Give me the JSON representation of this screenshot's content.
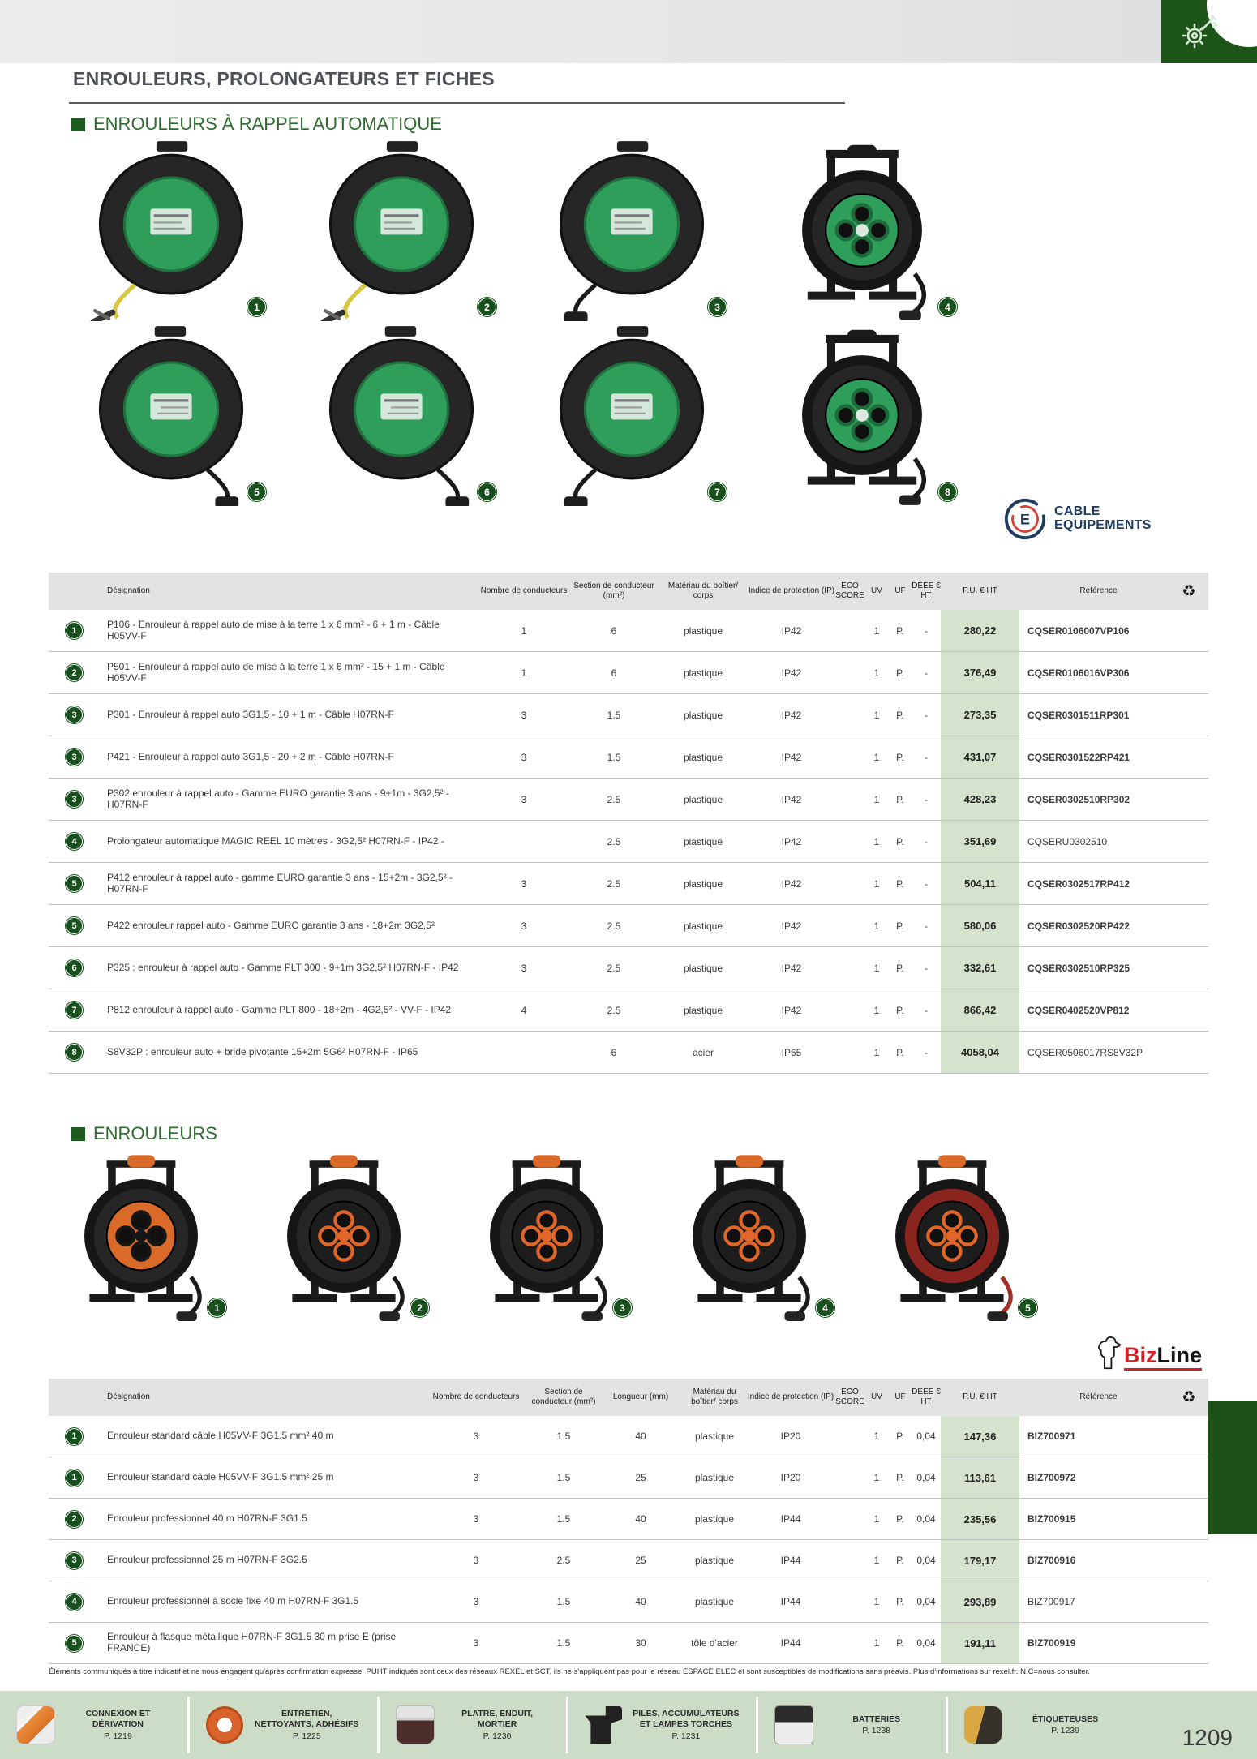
{
  "page": {
    "title": "ENROULEURS, PROLONGATEURS ET FICHES",
    "page_number": "1209",
    "disclaimer": "Éléments communiqués à titre indicatif et ne nous engagent qu'après confirmation expresse. PUHT indiqués sont ceux des réseaux REXEL et SCT, ils ne s'appliquent pas pour le réseau ESPACE ELEC et sont susceptibles de modifications sans préavis. Plus d'informations sur rexel.fr. N.C=nous consulter."
  },
  "colors": {
    "accent_green": "#1d5417",
    "badge_green": "#17501c",
    "price_column_bg": "#d5e2cd",
    "footer_bg": "#ccdcc6",
    "brand_navy": "#1d3a5f",
    "brand_red": "#d8453c",
    "bizline_red": "#d22027"
  },
  "icons": {
    "recycle": "♻",
    "tools": "tools-icon"
  },
  "sections": [
    {
      "heading": "ENROULEURS À RAPPEL AUTOMATIQUE"
    },
    {
      "heading": "ENROULEURS"
    }
  ],
  "brands": {
    "cable_equipements": {
      "monogram": "E",
      "line1": "CABLE",
      "line2": "EQUIPEMENTS"
    },
    "bizline": {
      "part1": "Biz",
      "part2": "Line"
    }
  },
  "figures1": [
    {
      "n": "1",
      "v": "reel-yellow"
    },
    {
      "n": "2",
      "v": "reel-yellow"
    },
    {
      "n": "3",
      "v": "reel-black"
    },
    {
      "n": "4",
      "v": "drum-green"
    },
    {
      "n": "5",
      "v": "reel-left"
    },
    {
      "n": "6",
      "v": "reel-left"
    },
    {
      "n": "7",
      "v": "reel-black"
    },
    {
      "n": "8",
      "v": "drum-green"
    }
  ],
  "figures2": [
    {
      "n": "1",
      "v": "drum-orange"
    },
    {
      "n": "2",
      "v": "drum-black"
    },
    {
      "n": "3",
      "v": "drum-black"
    },
    {
      "n": "4",
      "v": "drum-black"
    },
    {
      "n": "5",
      "v": "drum-red"
    }
  ],
  "table1": {
    "headers": [
      "Désignation",
      "Nombre de conducteurs",
      "Section de conducteur (mm²)",
      "Matériau du boîtier/ corps",
      "Indice de protection (IP)",
      "ECO SCORE",
      "UV",
      "UF",
      "DEEE € HT",
      "P.U. € HT",
      "Référence"
    ],
    "rows": [
      {
        "n": "1",
        "d": "P106 - Enrouleur à rappel auto de mise à la terre 1 x 6 mm² - 6 + 1 m - Câble H05VV-F",
        "c": "1",
        "s": "6",
        "m": "plastique",
        "ip": "IP42",
        "eco": "",
        "uv": "1",
        "uf": "P.",
        "de": "-",
        "pu": "280,22",
        "ref": "CQSER0106007VP106",
        "w": "b"
      },
      {
        "n": "2",
        "d": "P501 - Enrouleur à rappel auto de mise à la terre 1 x 6 mm² - 15 + 1 m - Câble H05VV-F",
        "c": "1",
        "s": "6",
        "m": "plastique",
        "ip": "IP42",
        "eco": "",
        "uv": "1",
        "uf": "P.",
        "de": "-",
        "pu": "376,49",
        "ref": "CQSER0106016VP306",
        "w": "b"
      },
      {
        "n": "3",
        "d": "P301 - Enrouleur à rappel auto 3G1,5 - 10 + 1 m - Câble H07RN-F",
        "c": "3",
        "s": "1.5",
        "m": "plastique",
        "ip": "IP42",
        "eco": "",
        "uv": "1",
        "uf": "P.",
        "de": "-",
        "pu": "273,35",
        "ref": "CQSER0301511RP301",
        "w": "b"
      },
      {
        "n": "3",
        "d": "P421 - Enrouleur à rappel auto 3G1,5 - 20 + 2 m - Câble H07RN-F",
        "c": "3",
        "s": "1.5",
        "m": "plastique",
        "ip": "IP42",
        "eco": "",
        "uv": "1",
        "uf": "P.",
        "de": "-",
        "pu": "431,07",
        "ref": "CQSER0301522RP421",
        "w": "b"
      },
      {
        "n": "3",
        "d": "P302 enrouleur à rappel auto - Gamme EURO garantie 3 ans - 9+1m - 3G2,5² - H07RN-F",
        "c": "3",
        "s": "2.5",
        "m": "plastique",
        "ip": "IP42",
        "eco": "",
        "uv": "1",
        "uf": "P.",
        "de": "-",
        "pu": "428,23",
        "ref": "CQSER0302510RP302",
        "w": "b"
      },
      {
        "n": "4",
        "d": "Prolongateur automatique MAGIC REEL 10 mètres - 3G2,5² H07RN-F - IP42 -",
        "c": "",
        "s": "2.5",
        "m": "plastique",
        "ip": "IP42",
        "eco": "",
        "uv": "1",
        "uf": "P.",
        "de": "-",
        "pu": "351,69",
        "ref": "CQSERU0302510",
        "w": ""
      },
      {
        "n": "5",
        "d": "P412 enrouleur à rappel auto - gamme EURO garantie 3 ans - 15+2m - 3G2,5² - H07RN-F",
        "c": "3",
        "s": "2.5",
        "m": "plastique",
        "ip": "IP42",
        "eco": "",
        "uv": "1",
        "uf": "P.",
        "de": "-",
        "pu": "504,11",
        "ref": "CQSER0302517RP412",
        "w": "b"
      },
      {
        "n": "5",
        "d": "P422 enrouleur rappel auto - Gamme EURO garantie 3 ans - 18+2m 3G2,5²",
        "c": "3",
        "s": "2.5",
        "m": "plastique",
        "ip": "IP42",
        "eco": "",
        "uv": "1",
        "uf": "P.",
        "de": "-",
        "pu": "580,06",
        "ref": "CQSER0302520RP422",
        "w": "b"
      },
      {
        "n": "6",
        "d": "P325 : enrouleur à rappel auto - Gamme PLT 300 - 9+1m 3G2,5² H07RN-F - IP42",
        "c": "3",
        "s": "2.5",
        "m": "plastique",
        "ip": "IP42",
        "eco": "",
        "uv": "1",
        "uf": "P.",
        "de": "-",
        "pu": "332,61",
        "ref": "CQSER0302510RP325",
        "w": "b"
      },
      {
        "n": "7",
        "d": "P812 enrouleur à rappel auto - Gamme PLT 800 - 18+2m - 4G2,5² - VV-F - IP42",
        "c": "4",
        "s": "2.5",
        "m": "plastique",
        "ip": "IP42",
        "eco": "",
        "uv": "1",
        "uf": "P.",
        "de": "-",
        "pu": "866,42",
        "ref": "CQSER0402520VP812",
        "w": "b"
      },
      {
        "n": "8",
        "d": "S8V32P : enrouleur auto + bride pivotante 15+2m 5G6² H07RN-F - IP65",
        "c": "",
        "s": "6",
        "m": "acier",
        "ip": "IP65",
        "eco": "",
        "uv": "1",
        "uf": "P.",
        "de": "-",
        "pu": "4058,04",
        "ref": "CQSER0506017RS8V32P",
        "w": ""
      }
    ]
  },
  "table2": {
    "headers": [
      "Désignation",
      "Nombre de conducteurs",
      "Section de conducteur (mm²)",
      "Longueur (mm)",
      "Matériau du boîtier/ corps",
      "Indice de protection (IP)",
      "ECO SCORE",
      "UV",
      "UF",
      "DEEE € HT",
      "P.U. € HT",
      "Référence"
    ],
    "rows": [
      {
        "n": "1",
        "d": "Enrouleur standard câble H05VV-F 3G1.5 mm² 40 m",
        "c": "3",
        "s": "1.5",
        "l": "40",
        "m": "plastique",
        "ip": "IP20",
        "eco": "",
        "uv": "1",
        "uf": "P.",
        "de": "0,04",
        "pu": "147,36",
        "ref": "BIZ700971",
        "w": "b"
      },
      {
        "n": "1",
        "d": "Enrouleur standard câble H05VV-F 3G1.5 mm² 25 m",
        "c": "3",
        "s": "1.5",
        "l": "25",
        "m": "plastique",
        "ip": "IP20",
        "eco": "",
        "uv": "1",
        "uf": "P.",
        "de": "0,04",
        "pu": "113,61",
        "ref": "BIZ700972",
        "w": "b"
      },
      {
        "n": "2",
        "d": "Enrouleur professionnel 40 m H07RN-F 3G1.5",
        "c": "3",
        "s": "1.5",
        "l": "40",
        "m": "plastique",
        "ip": "IP44",
        "eco": "",
        "uv": "1",
        "uf": "P.",
        "de": "0,04",
        "pu": "235,56",
        "ref": "BIZ700915",
        "w": "b"
      },
      {
        "n": "3",
        "d": "Enrouleur professionnel 25 m H07RN-F 3G2.5",
        "c": "3",
        "s": "2.5",
        "l": "25",
        "m": "plastique",
        "ip": "IP44",
        "eco": "",
        "uv": "1",
        "uf": "P.",
        "de": "0,04",
        "pu": "179,17",
        "ref": "BIZ700916",
        "w": "b"
      },
      {
        "n": "4",
        "d": "Enrouleur professionnel à socle fixe 40 m H07RN-F 3G1.5",
        "c": "3",
        "s": "1.5",
        "l": "40",
        "m": "plastique",
        "ip": "IP44",
        "eco": "",
        "uv": "1",
        "uf": "P.",
        "de": "0,04",
        "pu": "293,89",
        "ref": "BIZ700917",
        "w": ""
      },
      {
        "n": "5",
        "d": "Enrouleur à flasque métallique H07RN-F 3G1.5 30 m prise E (prise FRANCE)",
        "c": "3",
        "s": "1.5",
        "l": "30",
        "m": "tôle d'acier",
        "ip": "IP44",
        "eco": "",
        "uv": "1",
        "uf": "P.",
        "de": "0,04",
        "pu": "191,11",
        "ref": "BIZ700919",
        "w": "b"
      }
    ]
  },
  "footer": {
    "items": [
      {
        "name": "CONNEXION ET DÉRIVATION",
        "page": "P. 1219",
        "icon": "connector"
      },
      {
        "name": "ENTRETIEN, NETTOYANTS, ADHÉSIFS",
        "page": "P. 1225",
        "icon": "tape"
      },
      {
        "name": "PLATRE, ENDUIT, MORTIER",
        "page": "P. 1230",
        "icon": "bucket"
      },
      {
        "name": "PILES, ACCUMULATEURS ET LAMPES TORCHES",
        "page": "P. 1231",
        "icon": "torch"
      },
      {
        "name": "BATTERIES",
        "page": "P. 1238",
        "icon": "battery"
      },
      {
        "name": "ÉTIQUETEUSES",
        "page": "P. 1239",
        "icon": "labeler"
      }
    ]
  }
}
